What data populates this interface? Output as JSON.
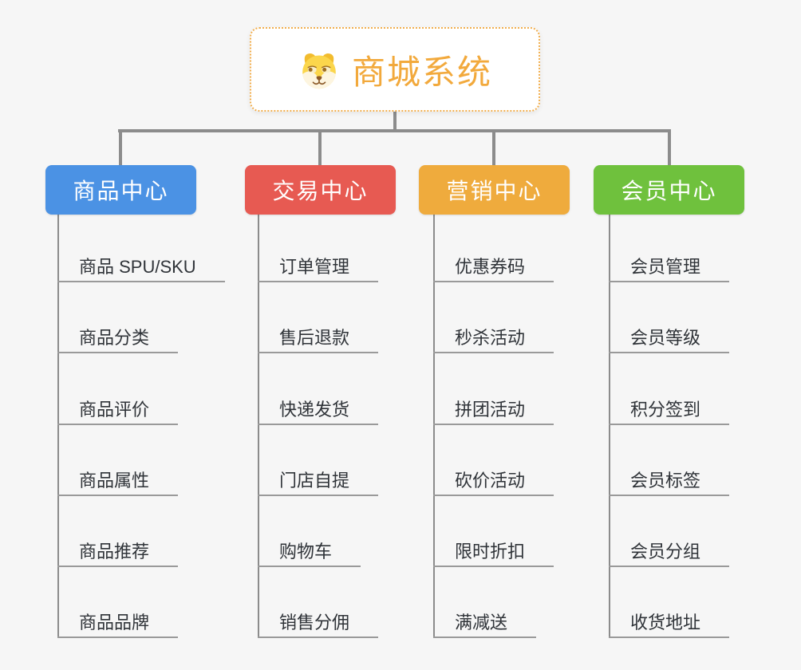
{
  "canvas": {
    "background_color": "#f6f6f6",
    "connector_color": "#8c8c8c"
  },
  "root": {
    "title": "商城系统",
    "icon": "dog-icon",
    "text_color": "#f2a93c",
    "border_color": "#f1ae4e",
    "border_css": "2px dotted #f1ae4e",
    "background": "#ffffff"
  },
  "branches": [
    {
      "label": "商品中心",
      "color": "#4b92e4",
      "items": [
        "商品 SPU/SKU",
        "商品分类",
        "商品评价",
        "商品属性",
        "商品推荐",
        "商品品牌"
      ]
    },
    {
      "label": "交易中心",
      "color": "#e75a52",
      "items": [
        "订单管理",
        "售后退款",
        "快递发货",
        "门店自提",
        "购物车",
        "销售分佣"
      ]
    },
    {
      "label": "营销中心",
      "color": "#efab3d",
      "items": [
        "优惠券码",
        "秒杀活动",
        "拼团活动",
        "砍价活动",
        "限时折扣",
        "满减送"
      ]
    },
    {
      "label": "会员中心",
      "color": "#6fc13d",
      "items": [
        "会员管理",
        "会员等级",
        "积分签到",
        "会员标签",
        "会员分组",
        "收货地址"
      ]
    }
  ]
}
